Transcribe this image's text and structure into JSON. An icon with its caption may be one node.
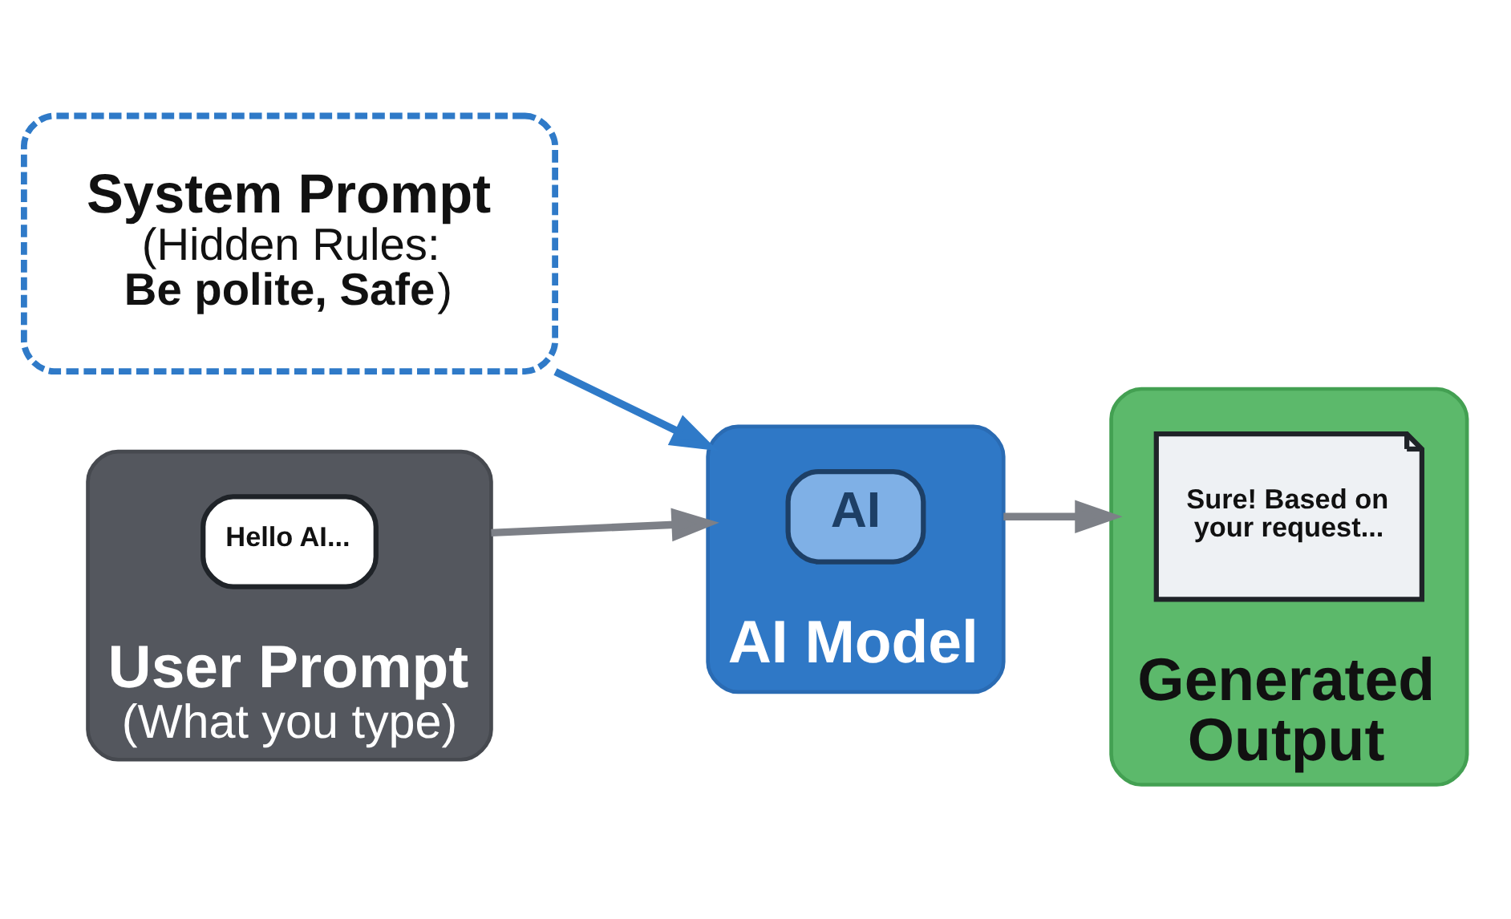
{
  "diagram": {
    "nodes": [
      {
        "text": [
          "System Prompt",
          "(Hidden Rules: **Be polite, Safe**)"
        ]
      },
      {
        "text": [
          "User Prompt",
          "(What you type)"
        ]
      },
      {
        "text": [
          "Hello AI..."
        ],
        "in": 1
      },
      {
        "text": [
          "AI Model"
        ]
      },
      {
        "text": [
          "AI"
        ],
        "in": 3
      },
      {
        "text": [
          "Generated Output"
        ]
      },
      {
        "text": [
          "Sure! Based on your request..."
        ],
        "in": 5
      }
    ],
    "edges": [
      {
        "from": 0,
        "to": 3,
        "arrow": "to",
        "color": "#2f7ac8"
      },
      {
        "from": 1,
        "to": 3,
        "arrow": "to"
      },
      {
        "from": 3,
        "to": 5,
        "arrow": "to"
      }
    ]
  }
}
